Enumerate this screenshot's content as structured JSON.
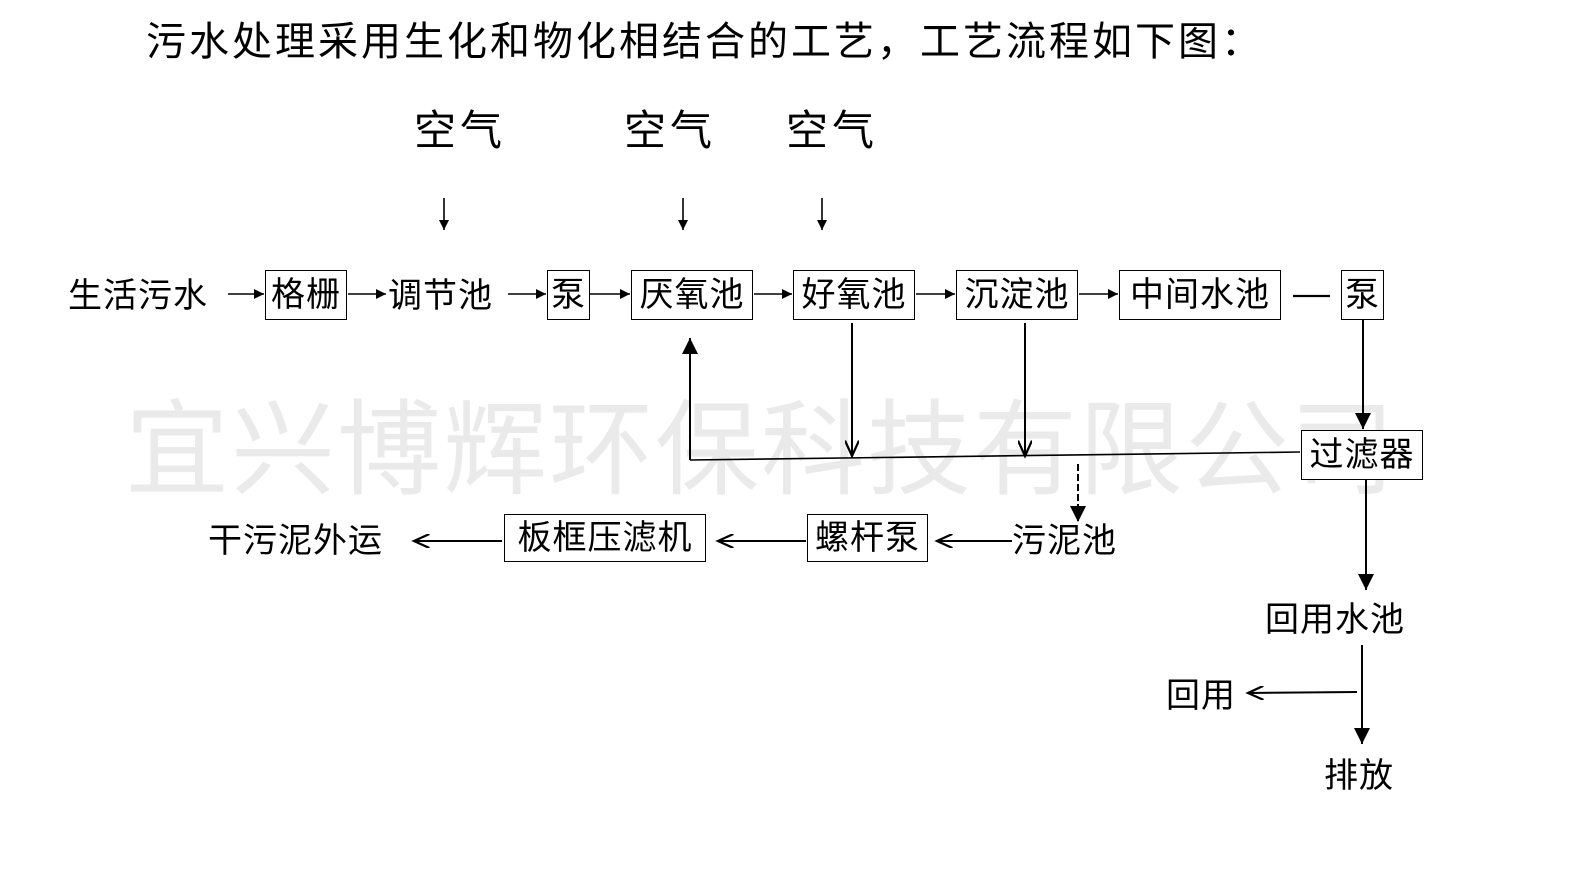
{
  "title": "污水处理采用生化和物化相结合的工艺，工艺流程如下图：",
  "watermark": "宜兴博辉环保科技有限公司",
  "air_labels": [
    "空气",
    "空气",
    "空气"
  ],
  "nodes": {
    "sewage": "生活污水",
    "grille": "格栅",
    "equalization_tank": "调节池",
    "pump_1": "泵",
    "anaerobic_tank": "厌氧池",
    "aerobic_tank": "好氧池",
    "sedimentation_tank": "沉淀池",
    "intermediate_tank": "中间水池",
    "pump_2": "泵",
    "filter": "过滤器",
    "sludge_tank": "污泥池",
    "screw_pump": "螺杆泵",
    "filter_press": "板框压滤机",
    "dry_sludge": "干污泥外运",
    "reuse_tank": "回用水池",
    "reuse": "回用",
    "discharge": "排放"
  }
}
